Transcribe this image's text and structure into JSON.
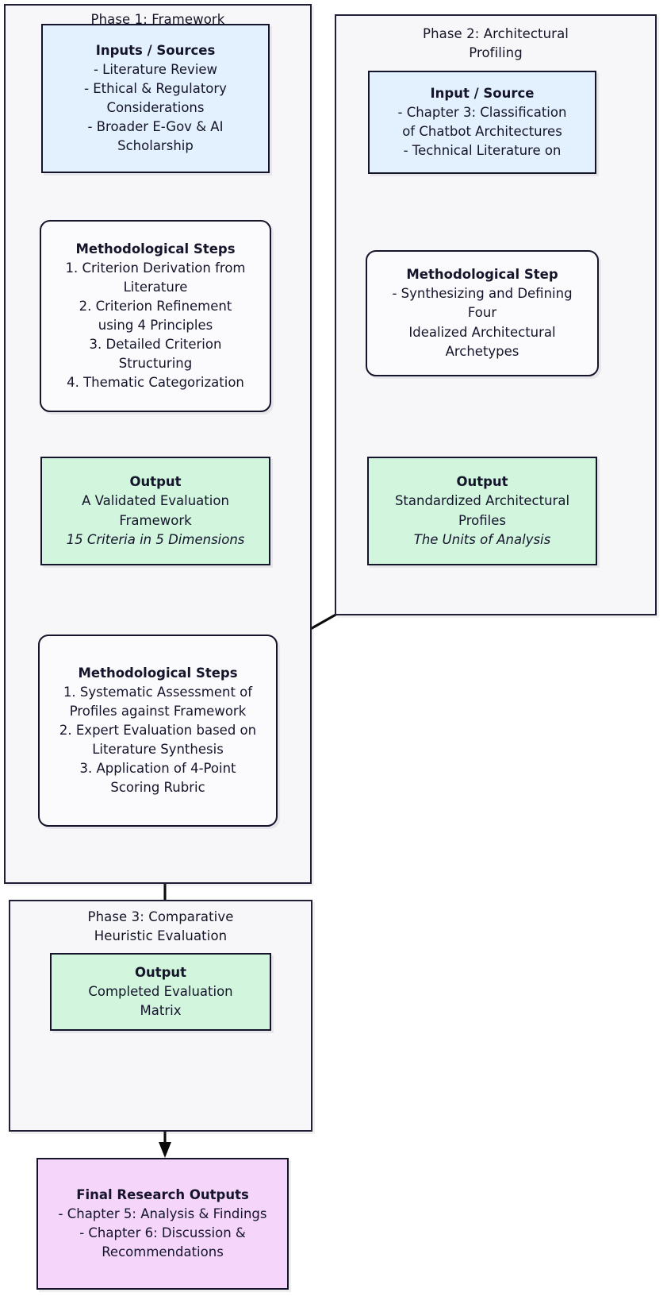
{
  "diagram": {
    "title": "Research Methodology Flowchart",
    "type": "flowchart",
    "direction": "top-down",
    "colors": {
      "input_fill": "#e3f0fd",
      "output_fill": "#d2f5de",
      "final_fill": "#f6d5fb",
      "step_fill": "#fbfbfd",
      "cluster_fill": "#f7f7fa",
      "border": "#14142b",
      "edge": "#0a0a0a"
    }
  },
  "clusters": [
    {
      "id": "phase1",
      "label": "Phase 1: Framework"
    },
    {
      "id": "phase2",
      "label": "Phase 2: Architectural\nProfiling"
    },
    {
      "id": "phase3",
      "label": "Phase 3: Comparative\nHeuristic Evaluation"
    }
  ],
  "nodes": {
    "p1_input": {
      "title": "Inputs / Sources",
      "lines": [
        "- Literature Review",
        "- Ethical & Regulatory",
        "Considerations",
        "- Broader E-Gov & AI",
        "Scholarship"
      ],
      "emphasis": []
    },
    "p1_steps": {
      "title": "Methodological Steps",
      "lines": [
        "1. Criterion Derivation from",
        "Literature",
        "2. Criterion Refinement",
        "using 4 Principles",
        "3. Detailed Criterion",
        "Structuring",
        "4. Thematic Categorization"
      ],
      "emphasis": []
    },
    "p1_output": {
      "title": "Output",
      "lines": [
        "A Validated Evaluation",
        "Framework"
      ],
      "emphasis": [
        "15 Criteria in 5 Dimensions"
      ]
    },
    "p2_input": {
      "title": "Input / Source",
      "lines": [
        "- Chapter 3: Classification",
        "of Chatbot Architectures",
        "- Technical Literature on"
      ],
      "emphasis": []
    },
    "p2_step": {
      "title": "Methodological Step",
      "lines": [
        "- Synthesizing and Defining",
        "Four",
        "Idealized Architectural",
        "Archetypes"
      ],
      "emphasis": []
    },
    "p2_output": {
      "title": "Output",
      "lines": [
        "Standardized Architectural",
        "Profiles"
      ],
      "emphasis": [
        "The Units of Analysis"
      ]
    },
    "p3_steps": {
      "title": "Methodological Steps",
      "lines": [
        "1. Systematic Assessment of",
        "Profiles against Framework",
        "2. Expert Evaluation based on",
        "Literature Synthesis",
        "3. Application of 4-Point",
        "Scoring Rubric"
      ],
      "emphasis": []
    },
    "p3_output": {
      "title": "Output",
      "lines": [
        "Completed Evaluation",
        "Matrix"
      ],
      "emphasis": []
    },
    "final": {
      "title": "Final Research Outputs",
      "lines": [
        "- Chapter 5: Analysis & Findings",
        "- Chapter 6: Discussion &",
        "Recommendations"
      ],
      "emphasis": []
    }
  },
  "edges": [
    {
      "from": "p1_input",
      "to": "p1_steps",
      "kind": "arrow-down"
    },
    {
      "from": "p1_steps",
      "to": "p1_output",
      "kind": "arrow-down"
    },
    {
      "from": "p1_output",
      "to": "p3_steps",
      "kind": "arrow-down"
    },
    {
      "from": "p2_input",
      "to": "p2_step",
      "kind": "arrow-down"
    },
    {
      "from": "p2_step",
      "to": "p2_output",
      "kind": "arrow-down"
    },
    {
      "from": "p2_output",
      "to": "p3_steps",
      "kind": "arrow-diagonal"
    },
    {
      "from": "p3_steps",
      "to": "p3_output",
      "kind": "arrow-down"
    },
    {
      "from": "p3_output",
      "to": "final",
      "kind": "arrow-down"
    }
  ]
}
